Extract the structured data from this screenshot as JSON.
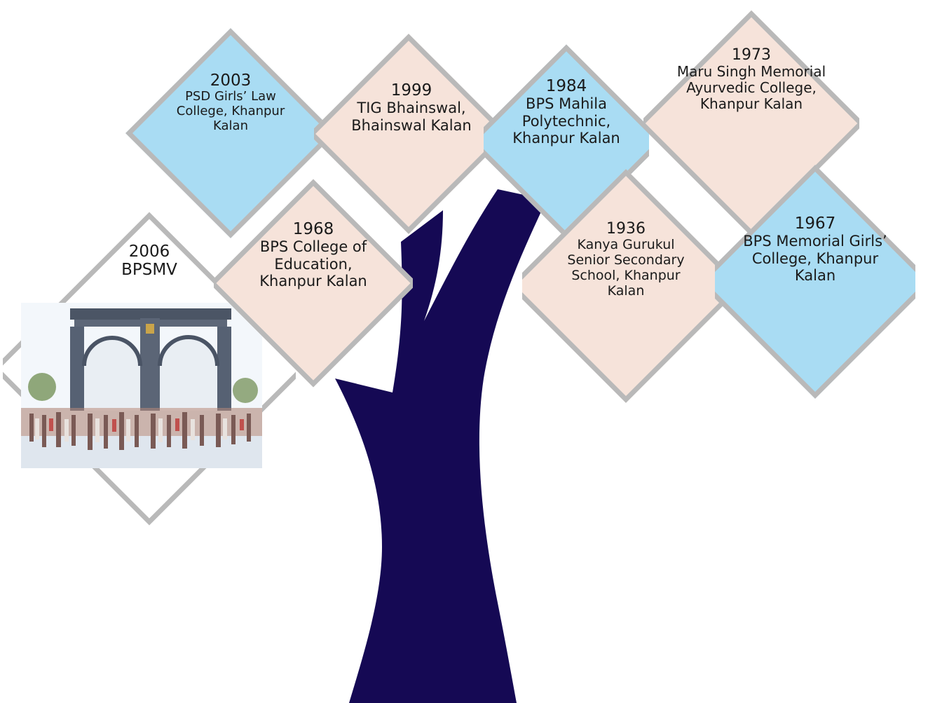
{
  "colors": {
    "trunk": "#150954",
    "blue": "#a9dcf3",
    "pink": "#f6e3da",
    "border": "#b9b9b9"
  },
  "milestones": [
    {
      "id": "2006",
      "year": "2006",
      "name": "BPSMV",
      "theme": "white",
      "has_photo": true
    },
    {
      "id": "2003",
      "year": "2003",
      "name": "PSD Girls’ Law College, Khanpur Kalan",
      "theme": "blue"
    },
    {
      "id": "1999",
      "year": "1999",
      "name": "TIG Bhainswal, Bhainswal Kalan",
      "theme": "pink"
    },
    {
      "id": "1984",
      "year": "1984",
      "name": "BPS Mahila Polytechnic, Khanpur Kalan",
      "theme": "blue"
    },
    {
      "id": "1973",
      "year": "1973",
      "name": "Maru Singh Memorial Ayurvedic College, Khanpur Kalan",
      "theme": "pink"
    },
    {
      "id": "1968",
      "year": "1968",
      "name": "BPS College of Education, Khanpur Kalan",
      "theme": "pink"
    },
    {
      "id": "1936",
      "year": "1936",
      "name": "Kanya Gurukul Senior Secondary School, Khanpur Kalan",
      "theme": "pink"
    },
    {
      "id": "1967",
      "year": "1967",
      "name": "BPS Memorial Girls’ College, Khanpur Kalan",
      "theme": "blue"
    }
  ]
}
